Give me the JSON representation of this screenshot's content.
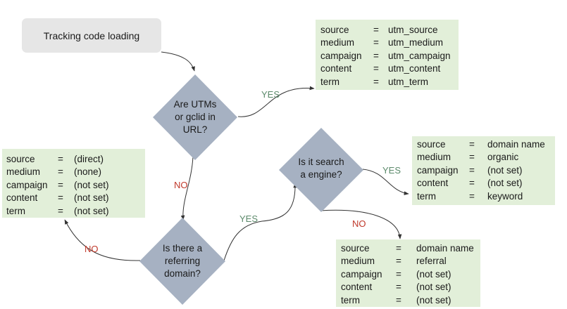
{
  "start": {
    "label": "Tracking code loading"
  },
  "decisions": {
    "utms": {
      "lines": [
        "Are UTMs",
        "or gclid in",
        "URL?"
      ]
    },
    "search": {
      "lines": [
        "Is it search",
        "a engine?"
      ]
    },
    "referring": {
      "lines": [
        "Is there a",
        "referring",
        "domain?"
      ]
    }
  },
  "edge_labels": {
    "utms_yes": "YES",
    "utms_no": "NO",
    "search_yes": "YES",
    "search_no": "NO",
    "referring_yes": "YES",
    "referring_no": "NO"
  },
  "panels": {
    "utm": [
      {
        "key": "source",
        "eq": "=",
        "value": "utm_source"
      },
      {
        "key": "medium",
        "eq": "=",
        "value": "utm_medium"
      },
      {
        "key": "campaign",
        "eq": "=",
        "value": "utm_campaign"
      },
      {
        "key": "content",
        "eq": "=",
        "value": "utm_content"
      },
      {
        "key": "term",
        "eq": "=",
        "value": "utm_term"
      }
    ],
    "organic": [
      {
        "key": "source",
        "eq": "=",
        "value": "domain name"
      },
      {
        "key": "medium",
        "eq": "=",
        "value": "organic"
      },
      {
        "key": "campaign",
        "eq": "=",
        "value": "(not set)"
      },
      {
        "key": "content",
        "eq": "=",
        "value": "(not set)"
      },
      {
        "key": "term",
        "eq": "=",
        "value": "keyword"
      }
    ],
    "direct": [
      {
        "key": "source",
        "eq": "=",
        "value": "(direct)"
      },
      {
        "key": "medium",
        "eq": "=",
        "value": "(none)"
      },
      {
        "key": "campaign",
        "eq": "=",
        "value": "(not set)"
      },
      {
        "key": "content",
        "eq": "=",
        "value": "(not set)"
      },
      {
        "key": "term",
        "eq": "=",
        "value": "(not set)"
      }
    ],
    "referral": [
      {
        "key": "source",
        "eq": "=",
        "value": "domain name"
      },
      {
        "key": "medium",
        "eq": "=",
        "value": "referral"
      },
      {
        "key": "campaign",
        "eq": "=",
        "value": "(not set)"
      },
      {
        "key": "content",
        "eq": "=",
        "value": "(not set)"
      },
      {
        "key": "term",
        "eq": "=",
        "value": "(not set)"
      }
    ]
  },
  "colors": {
    "diamond_fill": "#a6b1c2",
    "panel_fill": "#e2efd9",
    "start_fill": "#e6e6e6",
    "yes_label": "#5c8a6b",
    "no_label": "#c0392b",
    "connector": "#333333"
  }
}
